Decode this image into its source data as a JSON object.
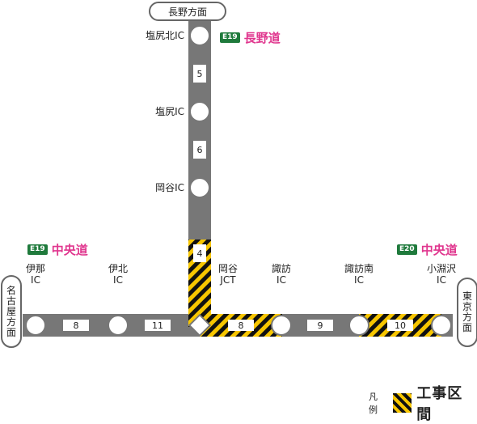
{
  "destinations": {
    "north": "長野方面",
    "west": [
      "名",
      "古",
      "屋",
      "方",
      "面"
    ],
    "east": [
      "東",
      "京",
      "方",
      "面"
    ]
  },
  "routes": {
    "nagano": {
      "badge": "E19",
      "name": "長野道"
    },
    "chuo_west": {
      "badge": "E19",
      "name": "中央道"
    },
    "chuo_east": {
      "badge": "E20",
      "name": "中央道"
    }
  },
  "interchanges": {
    "shiojiri_kita": "塩尻北IC",
    "shiojiri": "塩尻IC",
    "okaya_ic": "岡谷IC",
    "ina": [
      "伊那",
      "IC"
    ],
    "ihoku": [
      "伊北",
      "IC"
    ],
    "okaya_jct": [
      "岡谷",
      "JCT"
    ],
    "suwa": [
      "諏訪",
      "IC"
    ],
    "suwa_minami": [
      "諏訪南",
      "IC"
    ],
    "kobuchizawa": [
      "小淵沢",
      "IC"
    ]
  },
  "segments": {
    "v1": "5",
    "v2": "6",
    "v3": "4",
    "h1": "8",
    "h2": "11",
    "h3": "8",
    "h4": "9",
    "h5": "10"
  },
  "legend": {
    "caption": "凡例",
    "label": "工事区間"
  },
  "colors": {
    "road": "#777777",
    "construction_yellow": "#f7c600",
    "construction_black": "#111111",
    "route_name": "#e0368e",
    "badge": "#1f7a3c"
  }
}
